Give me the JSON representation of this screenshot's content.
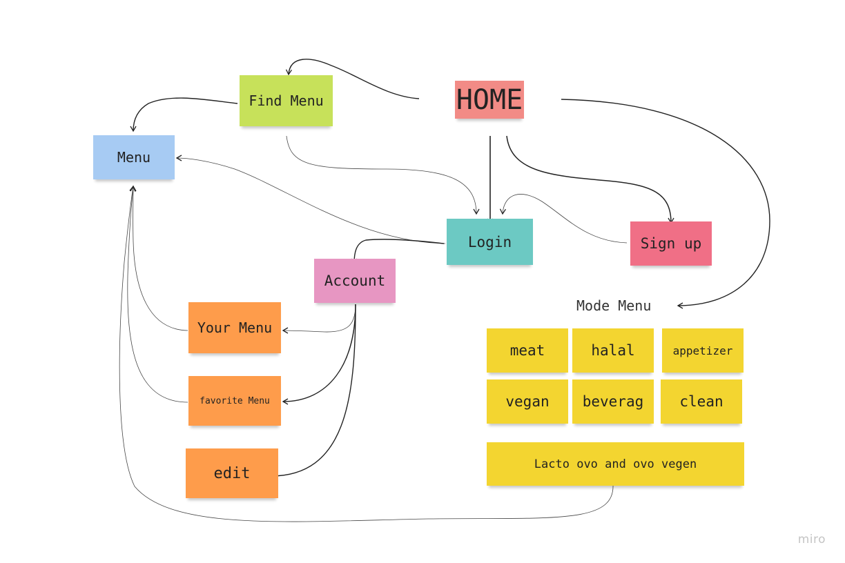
{
  "board": {
    "watermark": "miro"
  },
  "notes": {
    "home": {
      "label": "HOME",
      "color": "#f28b86"
    },
    "find_menu": {
      "label": "Find Menu",
      "color": "#c7e15a"
    },
    "menu": {
      "label": "Menu",
      "color": "#a7cbf3"
    },
    "login": {
      "label": "Login",
      "color": "#6cc9c3"
    },
    "sign_up": {
      "label": "Sign up",
      "color": "#f06f86"
    },
    "account": {
      "label": "Account",
      "color": "#e796c2"
    },
    "your_menu": {
      "label": "Your Menu",
      "color": "#fe9c4b"
    },
    "favorite_menu": {
      "label": "favorite Menu",
      "color": "#fe9c4b"
    },
    "edit": {
      "label": "edit",
      "color": "#fe9c4b"
    }
  },
  "mode_menu": {
    "title": "Mode Menu",
    "color": "#f3d530",
    "items": [
      {
        "label": "meat"
      },
      {
        "label": "halal"
      },
      {
        "label": "appetizer"
      },
      {
        "label": "vegan"
      },
      {
        "label": "beverag"
      },
      {
        "label": "clean"
      },
      {
        "label": "Lacto ovo and ovo vegen"
      }
    ]
  },
  "colors": {
    "connector": "#222222"
  }
}
